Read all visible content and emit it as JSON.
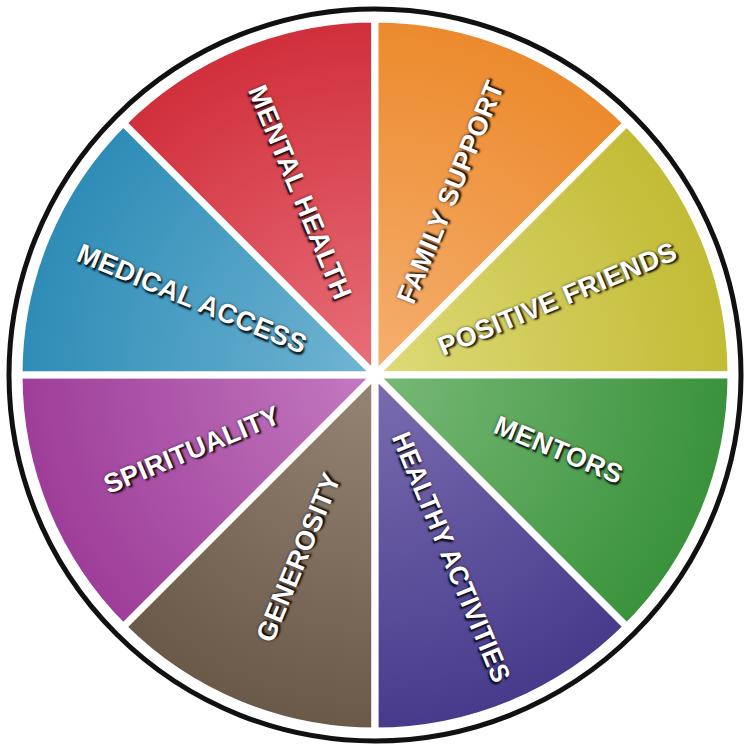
{
  "diagram": {
    "nodes": [
      {
        "text": [
          "MENTAL HEALTH"
        ]
      },
      {
        "text": [
          "FAMILY SUPPORT"
        ]
      },
      {
        "text": [
          "POSITIVE FRIENDS"
        ]
      },
      {
        "text": [
          "MENTORS"
        ]
      },
      {
        "text": [
          "HEALTHY ACTIVITIES"
        ]
      },
      {
        "text": [
          "GENEROSITY"
        ]
      },
      {
        "text": [
          "SPIRITUALITY"
        ]
      },
      {
        "text": [
          "MEDICAL ACCESS"
        ]
      }
    ]
  }
}
